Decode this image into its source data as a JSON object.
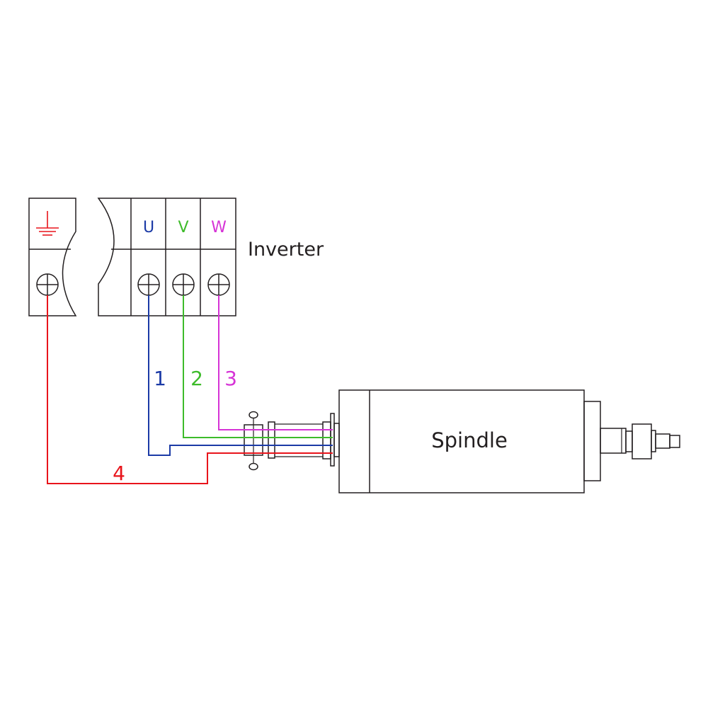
{
  "labels": {
    "inverter": "Inverter",
    "spindle": "Spindle"
  },
  "terminals": {
    "u": "U",
    "v": "V",
    "w": "W"
  },
  "wires": {
    "w1": "1",
    "w2": "2",
    "w3": "3",
    "w4": "4"
  },
  "colors": {
    "line": "#231f20",
    "u_wire": "#1b3aa6",
    "v_wire": "#3dbb2a",
    "w_wire": "#d633d6",
    "ground_wire": "#e8141b"
  },
  "icons": {
    "ground": "ground-icon",
    "screw": "screw-terminal-icon"
  }
}
